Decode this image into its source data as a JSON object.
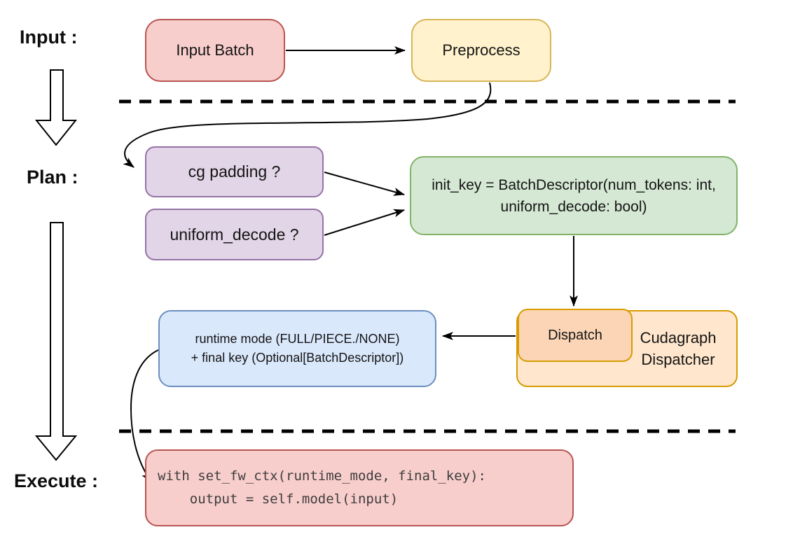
{
  "labels": {
    "input": "Input :",
    "plan": "Plan :",
    "execute": "Execute :"
  },
  "nodes": {
    "input_batch": {
      "label": "Input Batch",
      "fill": "#f8cecc",
      "stroke": "#b85450"
    },
    "preprocess": {
      "label": "Preprocess",
      "fill": "#fff2cc",
      "stroke": "#d6b656"
    },
    "cg_padding": {
      "label": "cg padding ?",
      "fill": "#e1d5e7",
      "stroke": "#9673a6"
    },
    "uniform_decode": {
      "label": "uniform_decode ?",
      "fill": "#e1d5e7",
      "stroke": "#9673a6"
    },
    "init_key": {
      "line1": "init_key = BatchDescriptor(num_tokens: int,",
      "line2": "uniform_decode: bool)",
      "fill": "#d5e8d4",
      "stroke": "#82b366"
    },
    "dispatch": {
      "label": "Dispatch",
      "fill": "#fbd5b5",
      "stroke": "#d79b00"
    },
    "cudagraph_dispatcher": {
      "line1": "Cudagraph",
      "line2": "Dispatcher",
      "fill": "#ffe6cc",
      "stroke": "#d79b00"
    },
    "runtime_mode": {
      "line1": "runtime mode (FULL/PIECE./NONE)",
      "line2": "+ final key (Optional[BatchDescriptor])",
      "fill": "#dae8fc",
      "stroke": "#6c8ebf"
    },
    "execute_code": {
      "line1": "with set_fw_ctx(runtime_mode, final_key):",
      "line2": "    output = self.model(input)",
      "fill": "#f8cecc",
      "stroke": "#b85450"
    }
  },
  "connector_color": "#000000"
}
